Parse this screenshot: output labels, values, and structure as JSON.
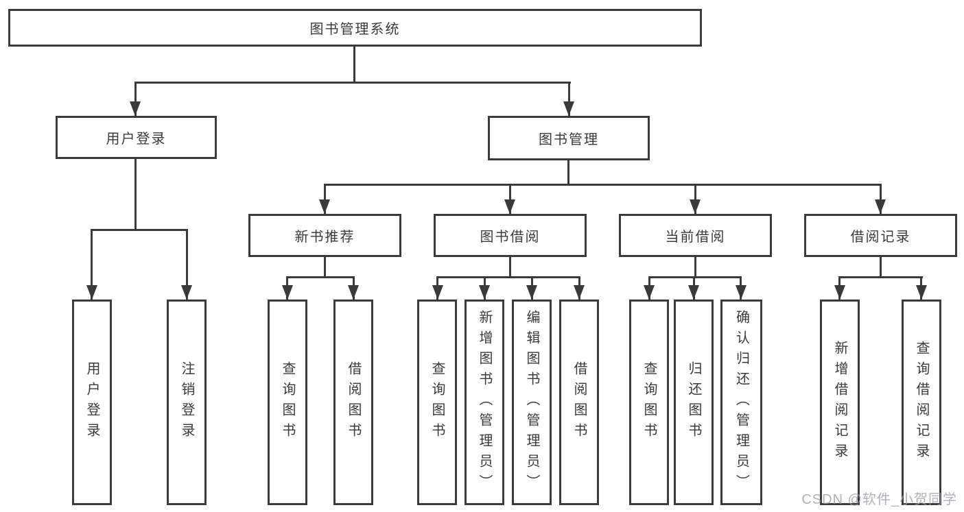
{
  "colors": {
    "line": "#3a3a3a",
    "node_border": "#3a3a3a",
    "node_text": "#3a3a3a",
    "background": "#ffffff",
    "watermark_text_color": "#9a9fa4"
  },
  "tree": {
    "root": {
      "label": "图书管理系统"
    },
    "branches": [
      {
        "label": "用户登录",
        "children": [
          {
            "label": "用户登录"
          },
          {
            "label": "注销登录"
          }
        ]
      },
      {
        "label": "图书管理",
        "children": [
          {
            "label": "新书推荐",
            "children": [
              {
                "label": "查询图书"
              },
              {
                "label": "借阅图书"
              }
            ]
          },
          {
            "label": "图书借阅",
            "children": [
              {
                "label": "查询图书"
              },
              {
                "label": "新增图书（管理员）"
              },
              {
                "label": "编辑图书（管理员）"
              },
              {
                "label": "借阅图书"
              }
            ]
          },
          {
            "label": "当前借阅",
            "children": [
              {
                "label": "查询图书"
              },
              {
                "label": "归还图书"
              },
              {
                "label": "确认归还（管理员）"
              }
            ]
          },
          {
            "label": "借阅记录",
            "children": [
              {
                "label": "新增借阅记录"
              },
              {
                "label": "查询借阅记录"
              }
            ]
          }
        ]
      }
    ]
  },
  "watermark": {
    "text": "CSDN @软件_小贺同学"
  }
}
